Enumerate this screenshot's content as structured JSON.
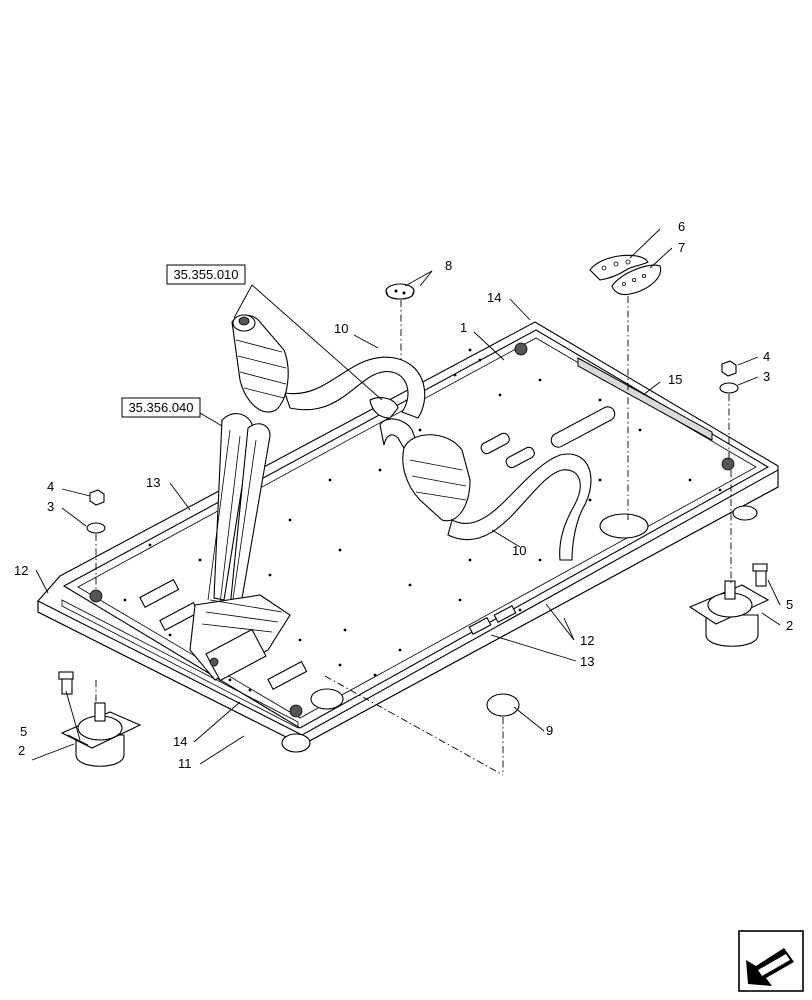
{
  "references": [
    {
      "id": "ref-35-355-010",
      "text": "35.355.010"
    },
    {
      "id": "ref-35-356-040",
      "text": "35.356.040"
    }
  ],
  "callouts": {
    "c1": "1",
    "c2a": "2",
    "c2b": "2",
    "c3a": "3",
    "c3b": "3",
    "c4a": "4",
    "c4b": "4",
    "c5a": "5",
    "c5b": "5",
    "c6": "6",
    "c7": "7",
    "c8": "8",
    "c9": "9",
    "c10a": "10",
    "c10b": "10",
    "c11": "11",
    "c12a": "12",
    "c12b": "12",
    "c13a": "13",
    "c13b": "13",
    "c14a": "14",
    "c14b": "14",
    "c15": "15"
  },
  "nav_icon": "previous-page-arrow-icon"
}
